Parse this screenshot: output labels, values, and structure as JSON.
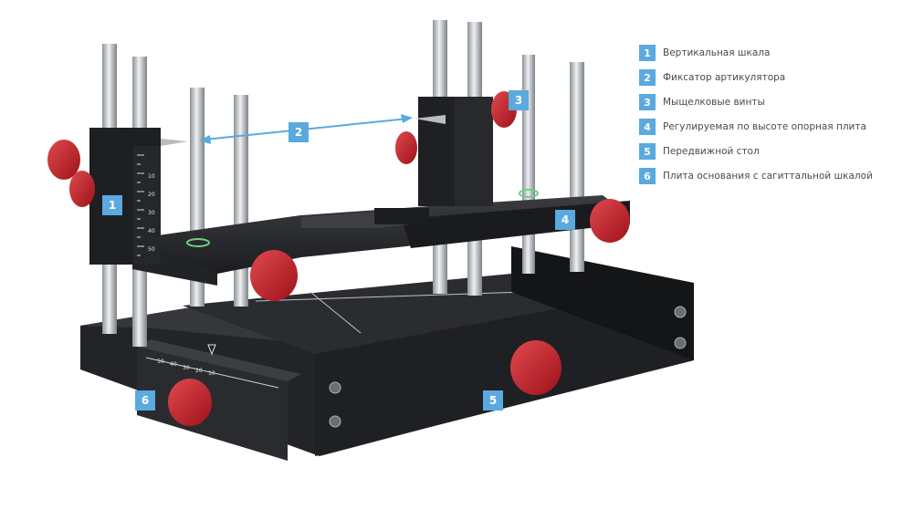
{
  "legend": [
    {
      "number": "1",
      "label": "Вертикальная шкала"
    },
    {
      "number": "2",
      "label": "Фиксатор артикулятора"
    },
    {
      "number": "3",
      "label": "Мыщелковые винты"
    },
    {
      "number": "4",
      "label": "Регулируемая по высоте опорная плита"
    },
    {
      "number": "5",
      "label": "Передвижной стол"
    },
    {
      "number": "6",
      "label": "Плита основания с сагиттальной шкалой"
    }
  ],
  "callouts": [
    "1",
    "2",
    "3",
    "4",
    "5",
    "6"
  ],
  "scale_marks": {
    "vertical": [
      "10",
      "20",
      "30",
      "40",
      "50"
    ],
    "sagittal": [
      "50",
      "40",
      "30",
      "20",
      "10"
    ]
  },
  "colors": {
    "knob": "#c8242b",
    "metal_dark": "#1d1e21",
    "rod": "#c9ccd0",
    "accent": "#5aa9df"
  }
}
